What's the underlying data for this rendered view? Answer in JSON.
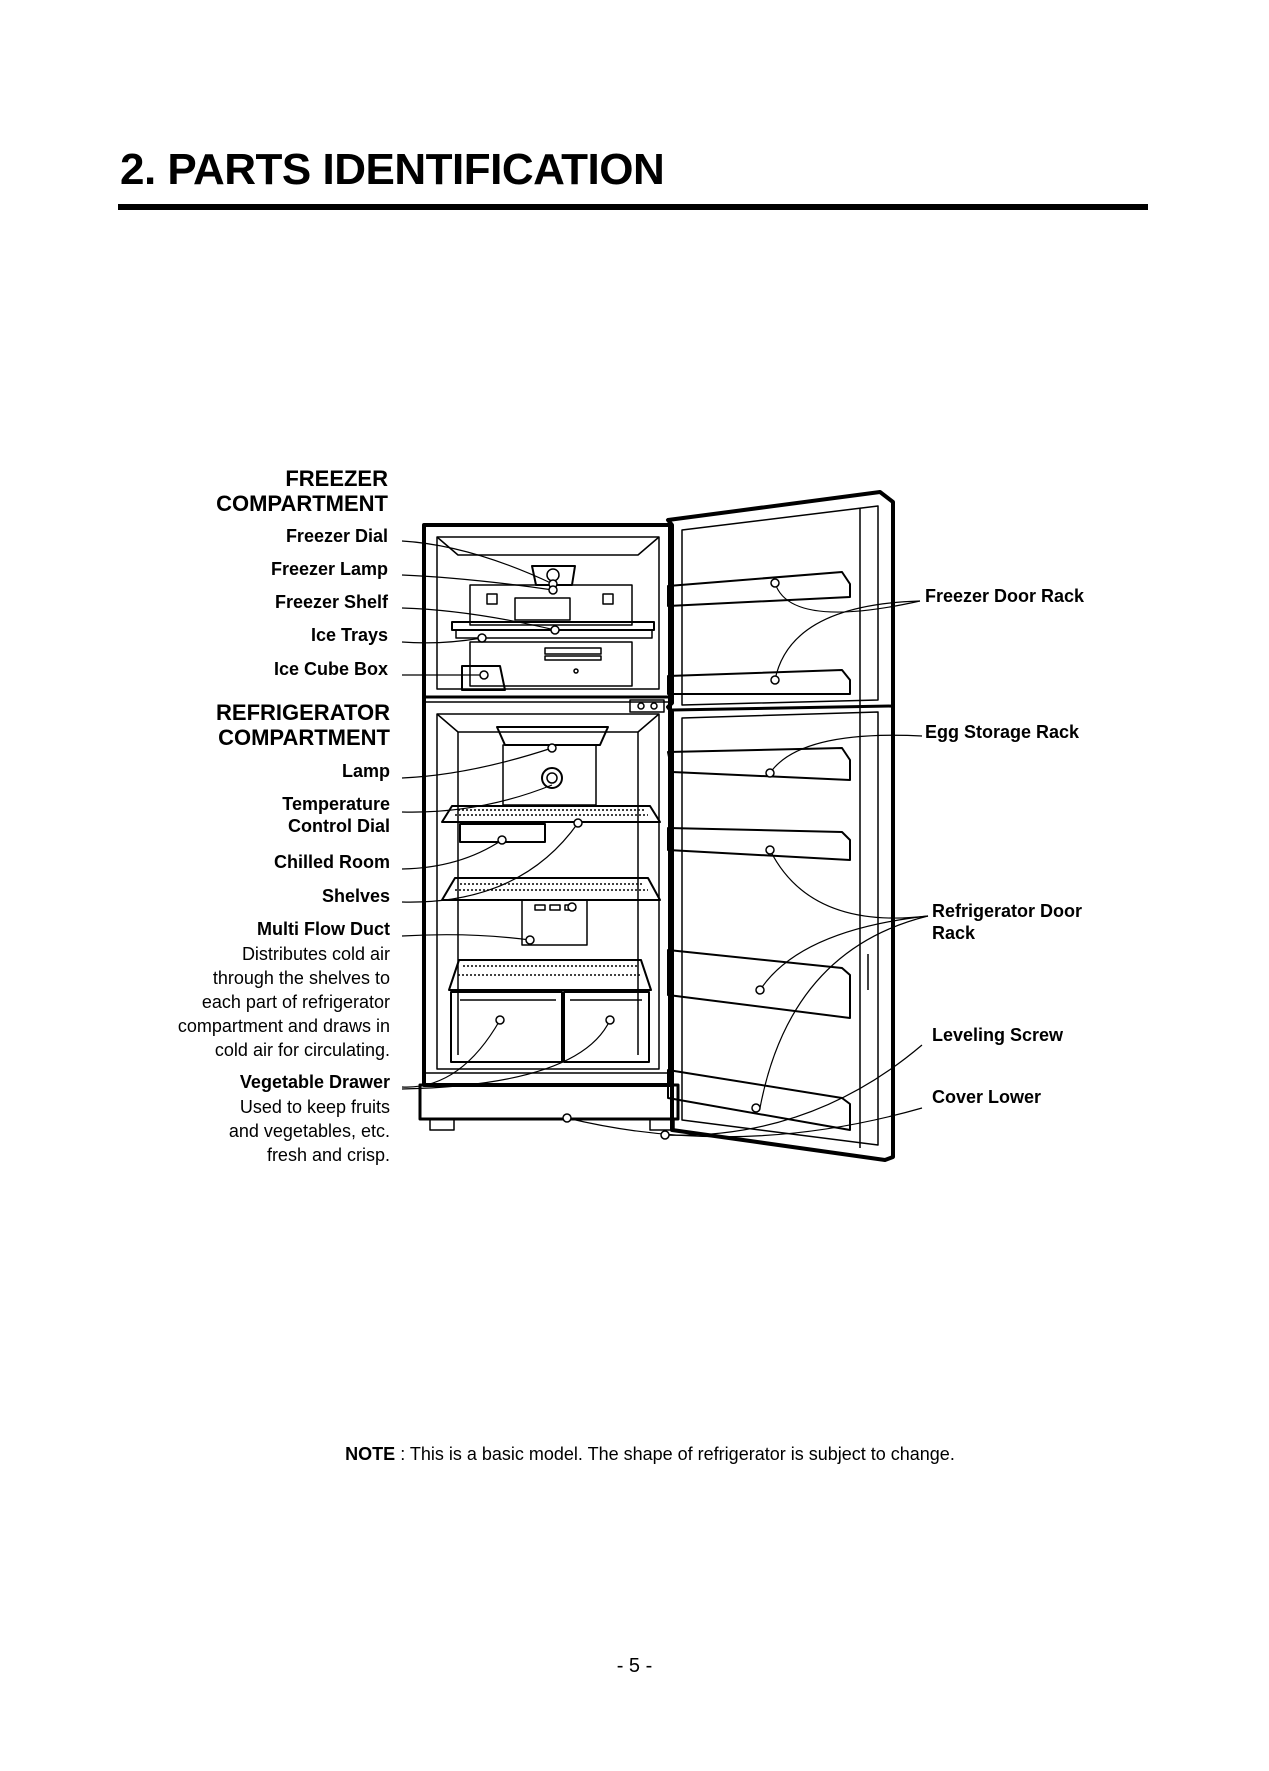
{
  "title": "2. PARTS IDENTIFICATION",
  "freezer": {
    "heading": "FREEZER COMPARTMENT",
    "heading_line1": "FREEZER",
    "heading_line2": "COMPARTMENT",
    "parts": [
      "Freezer  Dial",
      "Freezer Lamp",
      "Freezer Shelf",
      "Ice Trays",
      "Ice Cube Box"
    ]
  },
  "refrigerator": {
    "heading_line1": "REFRIGERATOR",
    "heading_line2": "COMPARTMENT",
    "lamp": "Lamp",
    "temp_line1": "Temperature",
    "temp_line2": "Control Dial",
    "chilled_room": "Chilled  Room",
    "shelves": "Shelves",
    "multi_flow_duct": "Multi Flow Duct",
    "multi_flow_desc": [
      "Distributes cold air",
      "through the shelves to",
      "each part of refrigerator",
      "compartment and draws in",
      "cold air for circulating."
    ],
    "vegetable_drawer": "Vegetable Drawer",
    "vegetable_desc": [
      "Used to keep fruits",
      "and vegetables, etc.",
      "fresh and crisp."
    ]
  },
  "right_labels": {
    "freezer_door_rack": "Freezer Door Rack",
    "egg_storage_rack": "Egg Storage Rack",
    "refrigerator_door_rack_line1": "Refrigerator Door",
    "refrigerator_door_rack_line2": "Rack",
    "leveling_screw": "Leveling Screw",
    "cover_lower": "Cover  Lower"
  },
  "note": {
    "bold": "NOTE",
    "text": " : This is a basic model. The shape of refrigerator is subject to change."
  },
  "page_number": "- 5 -"
}
